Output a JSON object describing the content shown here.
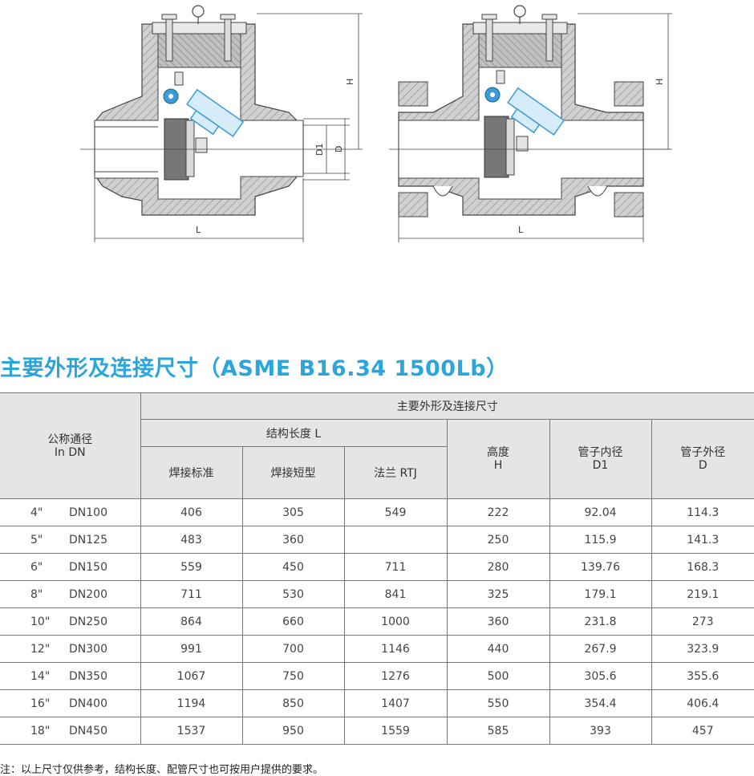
{
  "drawings": {
    "left": {
      "labels": {
        "height": "H",
        "inner_dia": "D1",
        "outer_dia": "D",
        "length": "L"
      }
    },
    "right": {
      "labels": {
        "height": "H",
        "length": "L"
      }
    }
  },
  "title": "主要外形及连接尺寸（ASME B16.34 1500Lb）",
  "table": {
    "header_group": "主要外形及连接尺寸",
    "col_dn_line1": "公称通径",
    "col_dn_line2": "In DN",
    "struct_length": "结构长度 L",
    "col_weld_std": "焊接标准",
    "col_weld_short": "焊接短型",
    "col_flange": "法兰 RTJ",
    "col_height_line1": "高度",
    "col_height_line2": "H",
    "col_d1_line1": "管子内径",
    "col_d1_line2": "D1",
    "col_d_line1": "管子外径",
    "col_d_line2": "D",
    "rows": [
      {
        "inch": "4\"",
        "dn": "DN100",
        "weld_std": "406",
        "weld_short": "305",
        "flange": "549",
        "height": "222",
        "d1": "92.04",
        "d": "114.3"
      },
      {
        "inch": "5\"",
        "dn": "DN125",
        "weld_std": "483",
        "weld_short": "360",
        "flange": "",
        "height": "250",
        "d1": "115.9",
        "d": "141.3"
      },
      {
        "inch": "6\"",
        "dn": "DN150",
        "weld_std": "559",
        "weld_short": "450",
        "flange": "711",
        "height": "280",
        "d1": "139.76",
        "d": "168.3"
      },
      {
        "inch": "8\"",
        "dn": "DN200",
        "weld_std": "711",
        "weld_short": "530",
        "flange": "841",
        "height": "325",
        "d1": "179.1",
        "d": "219.1"
      },
      {
        "inch": "10\"",
        "dn": "DN250",
        "weld_std": "864",
        "weld_short": "660",
        "flange": "1000",
        "height": "360",
        "d1": "231.8",
        "d": "273"
      },
      {
        "inch": "12\"",
        "dn": "DN300",
        "weld_std": "991",
        "weld_short": "700",
        "flange": "1146",
        "height": "440",
        "d1": "267.9",
        "d": "323.9"
      },
      {
        "inch": "14\"",
        "dn": "DN350",
        "weld_std": "1067",
        "weld_short": "750",
        "flange": "1276",
        "height": "500",
        "d1": "305.6",
        "d": "355.6"
      },
      {
        "inch": "16\"",
        "dn": "DN400",
        "weld_std": "1194",
        "weld_short": "850",
        "flange": "1407",
        "height": "550",
        "d1": "354.4",
        "d": "406.4"
      },
      {
        "inch": "18\"",
        "dn": "DN450",
        "weld_std": "1537",
        "weld_short": "950",
        "flange": "1559",
        "height": "585",
        "d1": "393",
        "d": "457"
      }
    ]
  },
  "note": "注：以上尺寸仅供参考，结构长度、配管尺寸也可按用户提供的要求。",
  "colors": {
    "title": "#2ba6dd",
    "header_bg": "#e4e5e6",
    "drawing_fill": "#c9cacb",
    "accent_blue": "#3c9cd6"
  }
}
